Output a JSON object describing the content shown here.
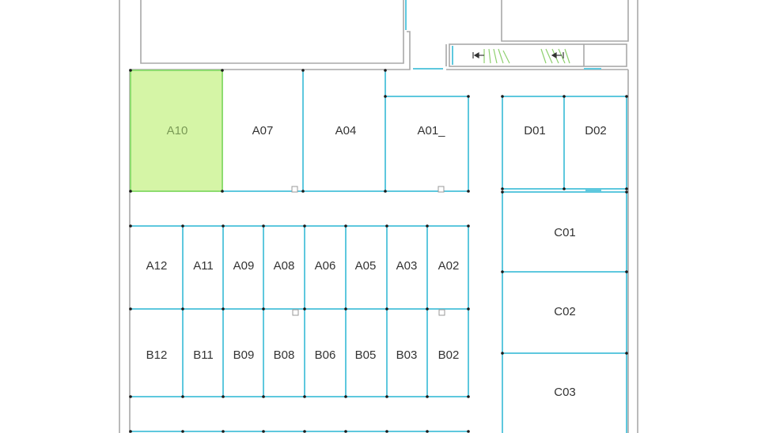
{
  "floorplan": {
    "colors": {
      "wall": "#a8a8a8",
      "partition": "#5ec8de",
      "selected_fill": "#d5f5a6",
      "selected_text": "#7a9a56",
      "text": "#333333",
      "stair_hatch": "#8ed06e"
    },
    "selected_unit": "A10",
    "units": {
      "A10": "A10",
      "A07": "A07",
      "A04": "A04",
      "A01": "A01_",
      "D01": "D01",
      "D02": "D02",
      "A12": "A12",
      "A11": "A11",
      "A09": "A09",
      "A08": "A08",
      "A06": "A06",
      "A05": "A05",
      "A03": "A03",
      "A02": "A02",
      "B12": "B12",
      "B11": "B11",
      "B09": "B09",
      "B08": "B08",
      "B06": "B06",
      "B05": "B05",
      "B03": "B03",
      "B02": "B02",
      "C01": "C01",
      "C02": "C02",
      "C03": "C03"
    },
    "icons": {
      "stair_left": "stair-arrow-icon",
      "stair_right": "stair-arrow-icon"
    }
  }
}
